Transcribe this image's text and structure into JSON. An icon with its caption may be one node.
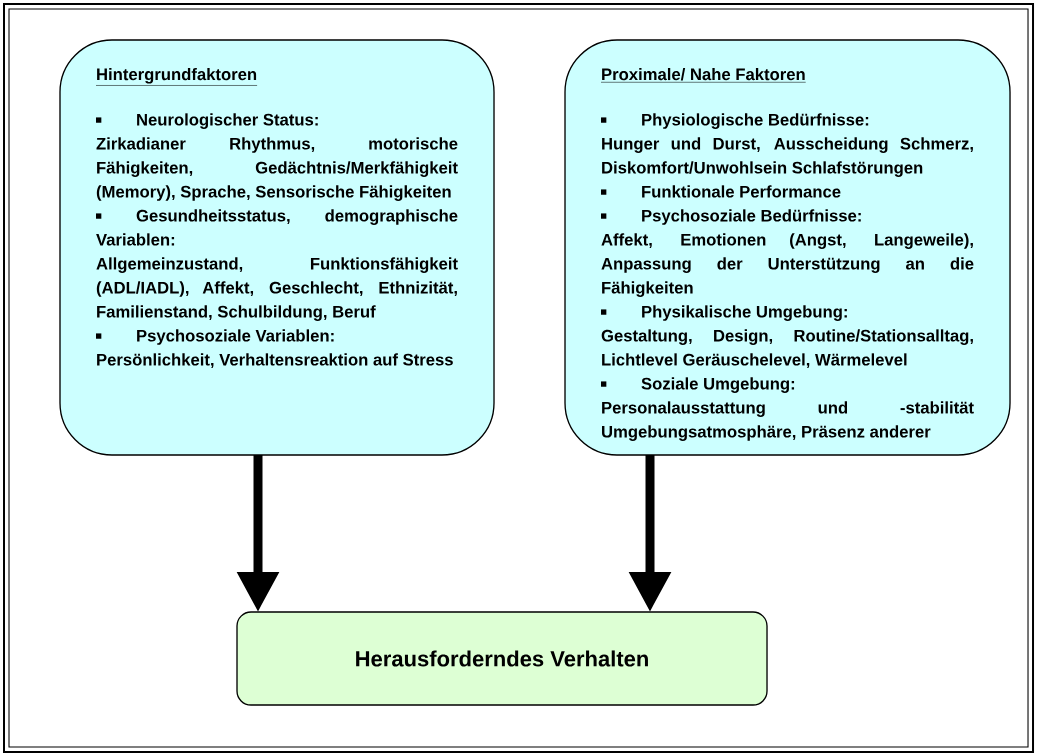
{
  "diagram": {
    "nodes": [
      {
        "text": [
          "Hintergrundfaktoren",
          "Neurologischer Status:",
          "Zirkadianer Rhythmus, motorische Fähigkeiten, Gedächtnis/Merkfähigkeit (Memory), Sprache, Sensorische Fähigkeiten",
          "Gesundheitsstatus, demographische Variablen:",
          "Allgemeinzustand, Funktionsfähigkeit (ADL/IADL), Affekt, Geschlecht, Ethnizität, Familienstand, Schulbildung, Beruf",
          "Psychosoziale Variablen:",
          "Persönlichkeit, Verhaltensreaktion auf Stress"
        ]
      },
      {
        "text": [
          "Proximale/ Nahe Faktoren",
          "Physiologische Bedürfnisse:",
          "Hunger und Durst, Ausscheidung Schmerz, Diskomfort/Unwohlsein Schlafstörungen",
          "Funktionale Performance",
          "Psychosoziale Bedürfnisse:",
          "Affekt, Emotionen (Angst, Langeweile), Anpassung der Unterstützung an die Fähigkeiten",
          "Physikalische Umgebung:",
          "Gestaltung, Design, Routine/Stationsalltag, Lichtlevel Geräuschelevel, Wärmelevel",
          "Soziale Umgebung:",
          "Personalausstattung und -stabilität Umgebungsatmosphäre, Präsenz anderer"
        ]
      },
      {
        "text": [
          "Herausforderndes Verhalten"
        ]
      }
    ],
    "edges": [
      {
        "from": 0,
        "to": 2,
        "arrow": "to"
      },
      {
        "from": 1,
        "to": 2,
        "arrow": "to"
      }
    ]
  }
}
